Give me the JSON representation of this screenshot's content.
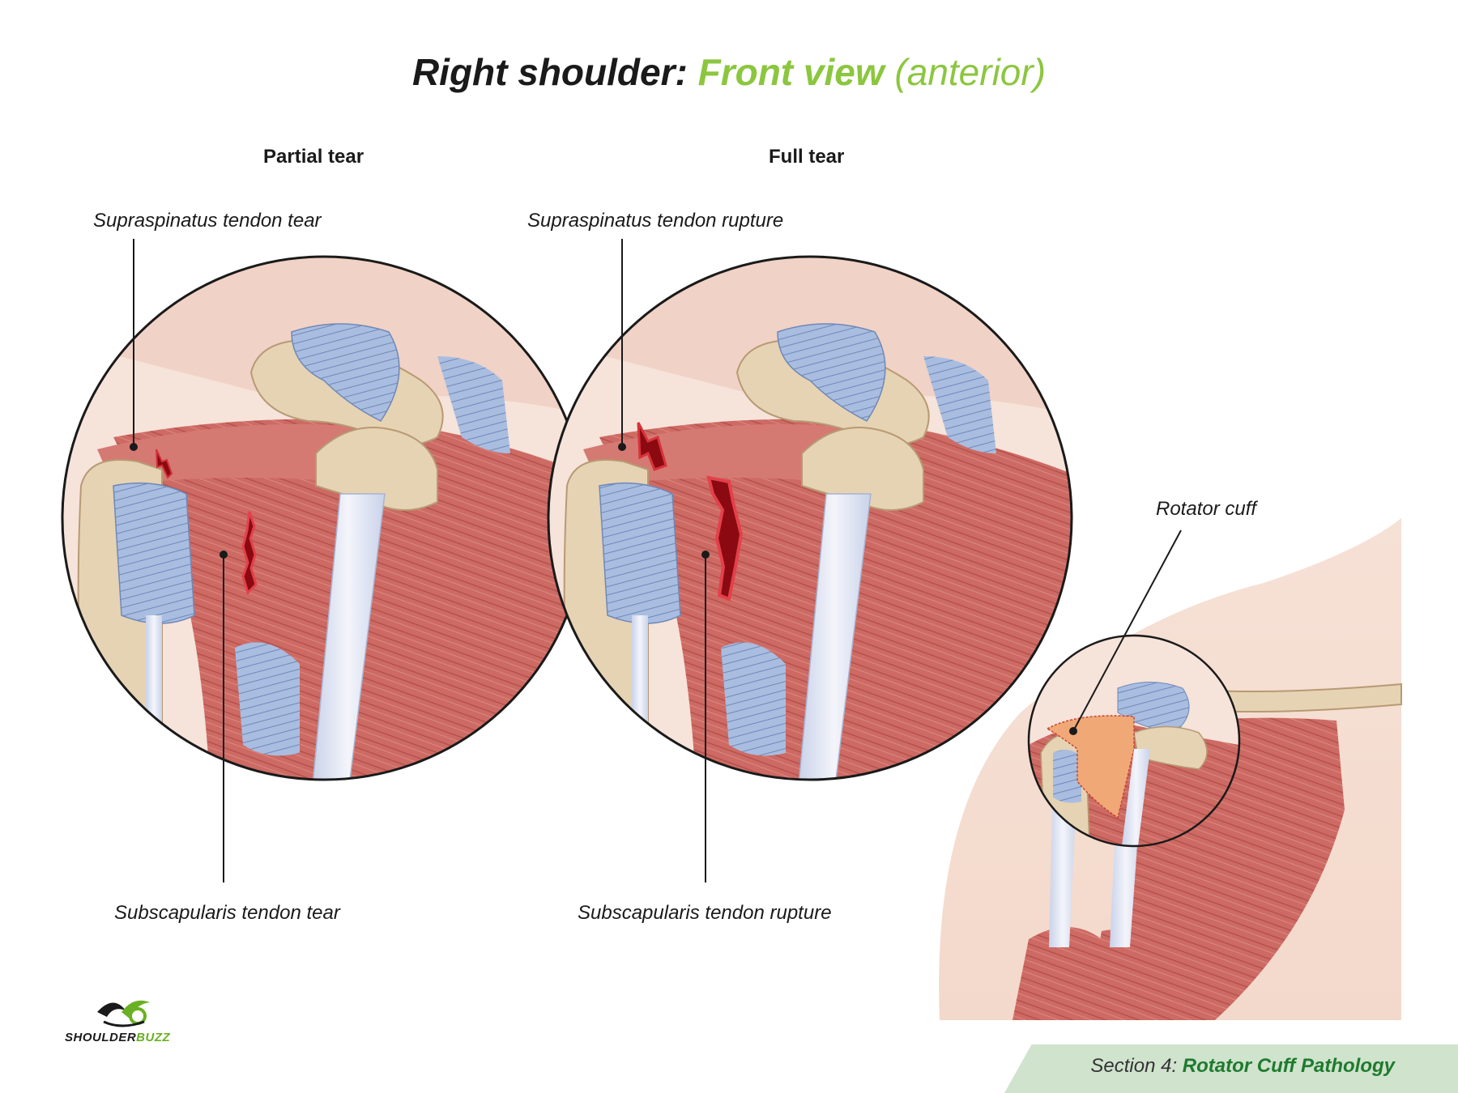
{
  "title": {
    "part1": "Right shoulder",
    "colon": ":",
    "part2": "Front view",
    "part3": "(anterior)"
  },
  "panels": {
    "partial": {
      "heading": "Partial tear",
      "top_label": "Supraspinatus tendon tear",
      "bottom_label": "Subscapularis tendon tear"
    },
    "full": {
      "heading": "Full tear",
      "top_label": "Supraspinatus tendon rupture",
      "bottom_label": "Subscapularis tendon rupture"
    },
    "overview": {
      "label": "Rotator cuff"
    }
  },
  "logo": {
    "word1": "SHOULDER",
    "word2": "BUZZ"
  },
  "footer": {
    "prefix": "Section 4:",
    "section": "Rotator Cuff Pathology"
  },
  "colors": {
    "accent_green": "#8cc63f",
    "footer_green": "#1f7a2e",
    "muscle": "#c9605b",
    "tendon": "#9db3d6",
    "bone": "#e6d3b3",
    "skin": "#f3d9cb",
    "tear": "#8b0a12"
  }
}
